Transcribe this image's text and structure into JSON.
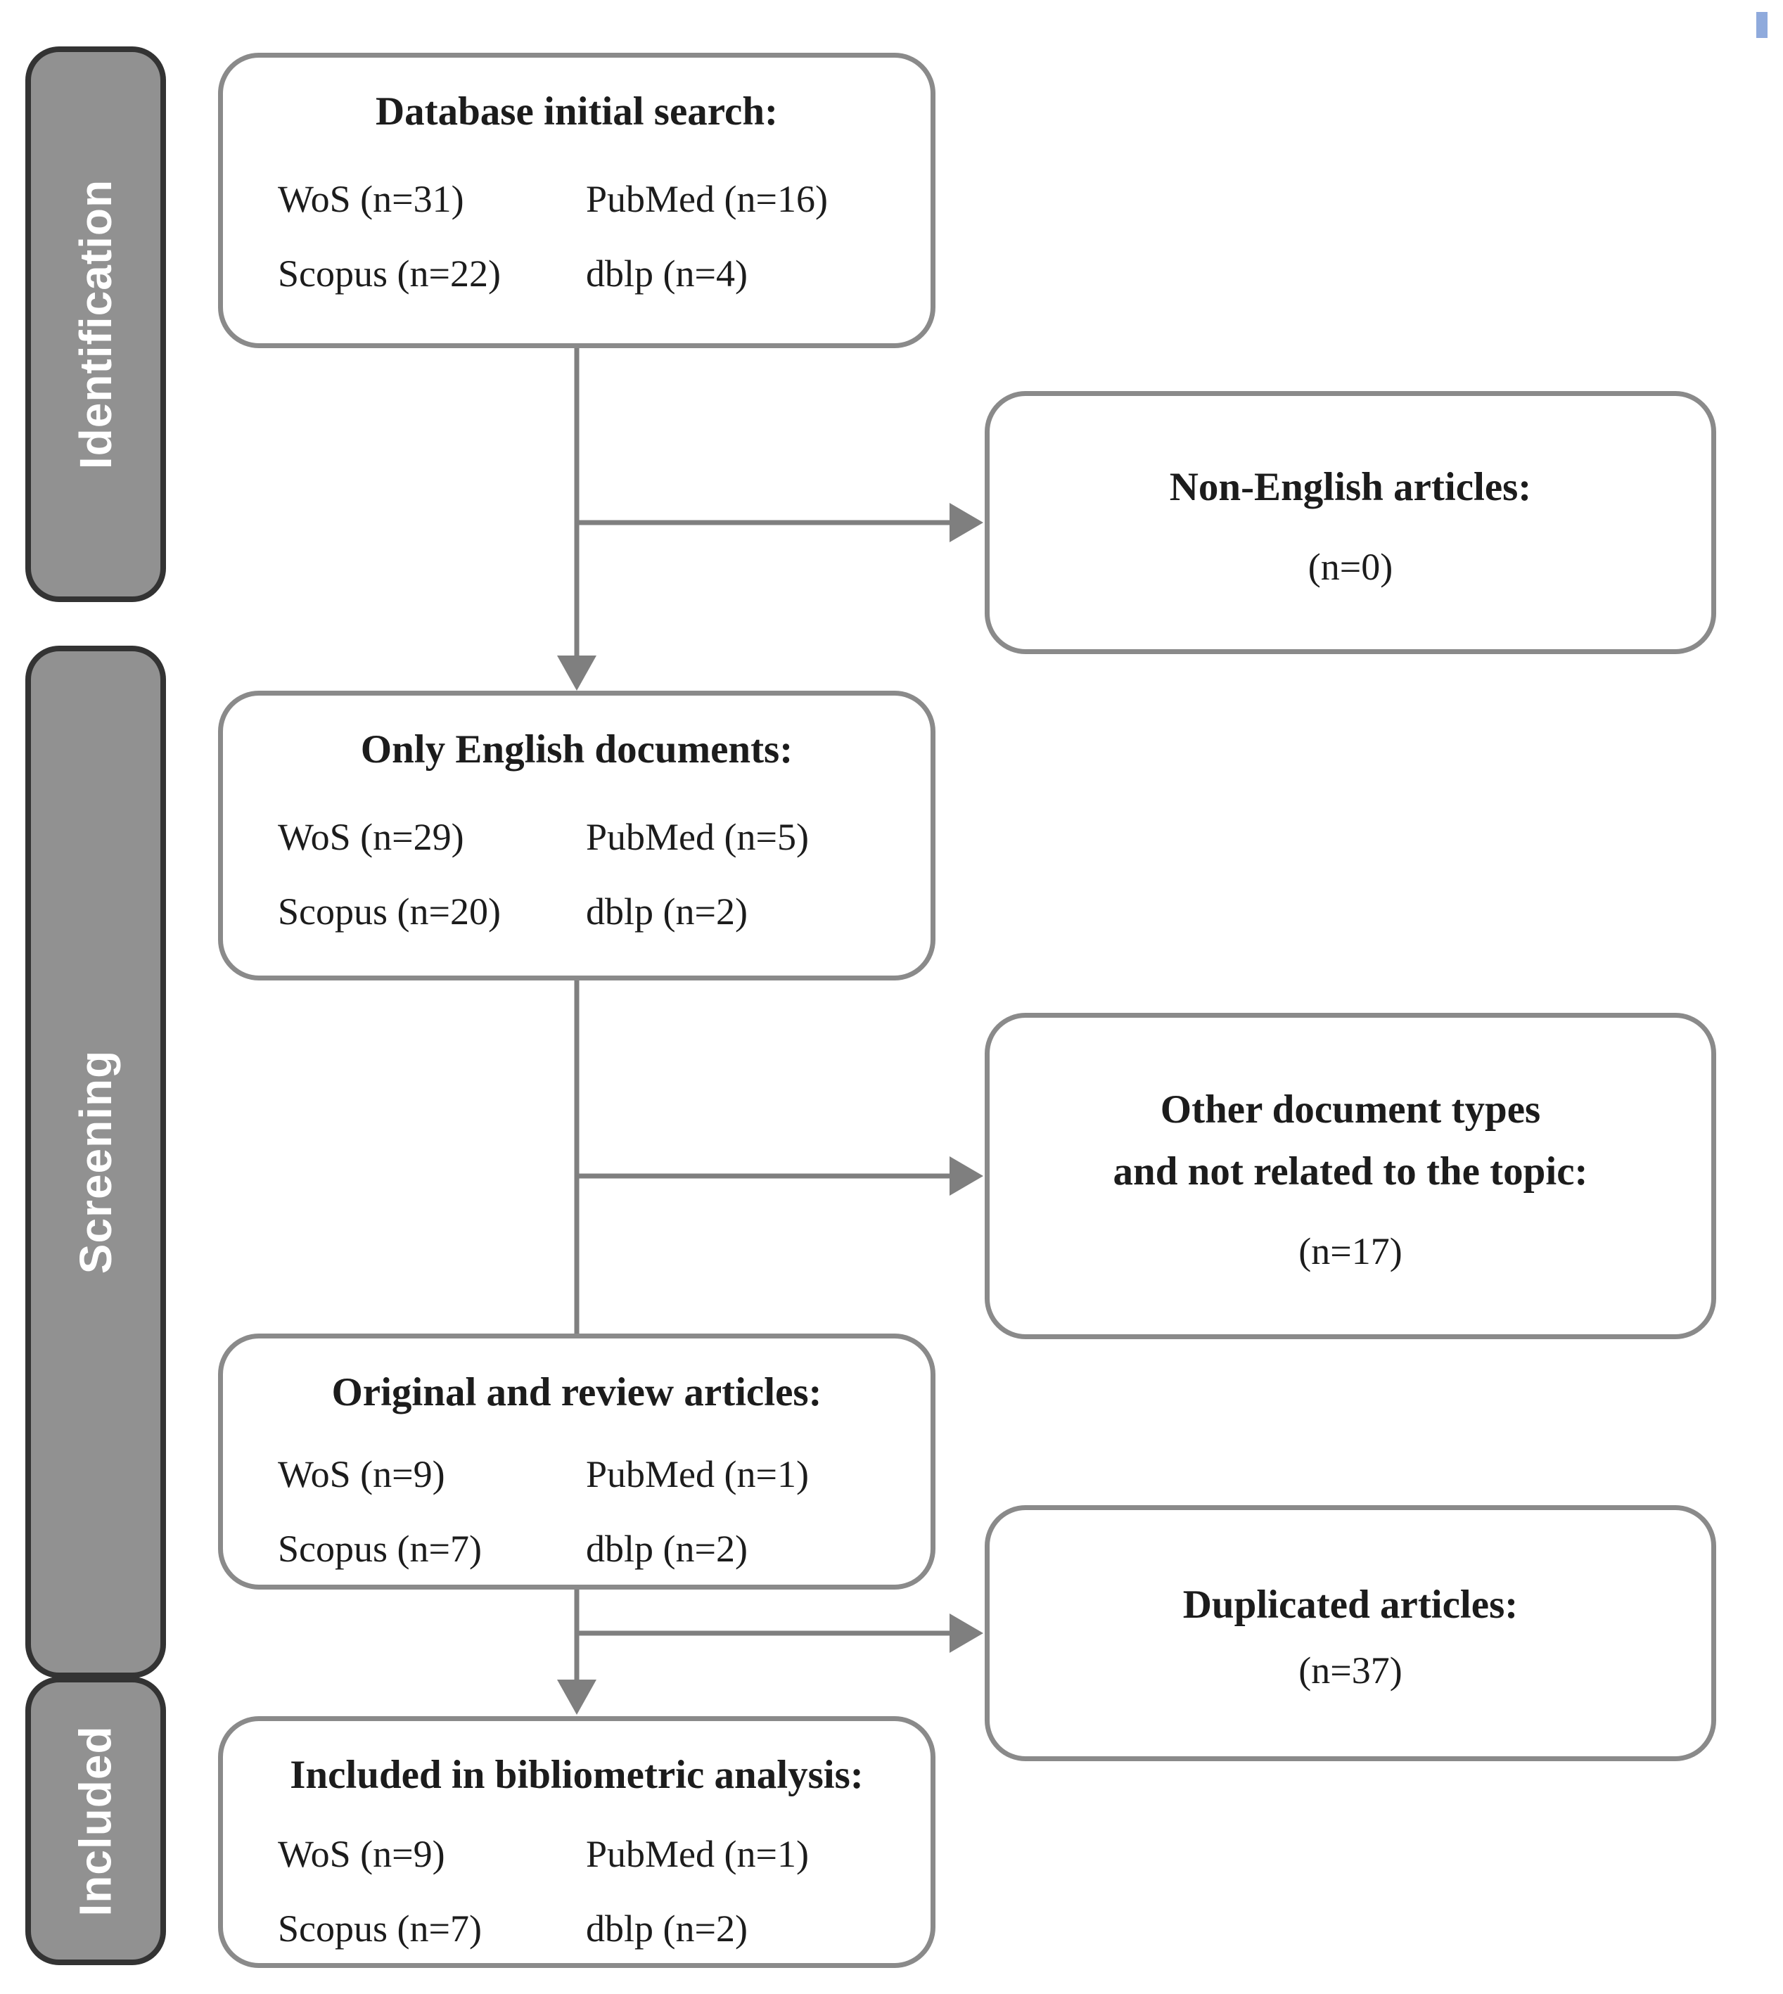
{
  "colors": {
    "sidebar_fill": "#919191",
    "sidebar_border": "#333333",
    "sidebar_text": "#ffffff",
    "box_fill": "#ffffff",
    "box_border": "#8a8a8a",
    "connector": "#7f7f7f",
    "text": "#1c1c1c",
    "corner_marker": "#8faadc"
  },
  "sidebar": {
    "stages": [
      {
        "label": "Identification"
      },
      {
        "label": "Screening"
      },
      {
        "label": "Included"
      }
    ]
  },
  "flow": {
    "main_boxes": [
      {
        "title": "Database initial search:",
        "items": [
          "WoS (n=31)",
          "PubMed (n=16)",
          "Scopus (n=22)",
          "dblp (n=4)"
        ]
      },
      {
        "title": "Only English documents:",
        "items": [
          "WoS (n=29)",
          "PubMed (n=5)",
          "Scopus (n=20)",
          "dblp (n=2)"
        ]
      },
      {
        "title": "Original and review articles:",
        "items": [
          "WoS (n=9)",
          "PubMed (n=1)",
          "Scopus (n=7)",
          "dblp (n=2)"
        ]
      },
      {
        "title": "Included in bibliometric analysis:",
        "items": [
          "WoS (n=9)",
          "PubMed (n=1)",
          "Scopus (n=7)",
          "dblp (n=2)"
        ]
      }
    ],
    "side_boxes": [
      {
        "title": "Non-English articles:",
        "count": "(n=0)"
      },
      {
        "title": "Other document types\nand not related to the topic:",
        "count": "(n=17)"
      },
      {
        "title": "Duplicated articles:",
        "count": "(n=37)"
      }
    ]
  }
}
